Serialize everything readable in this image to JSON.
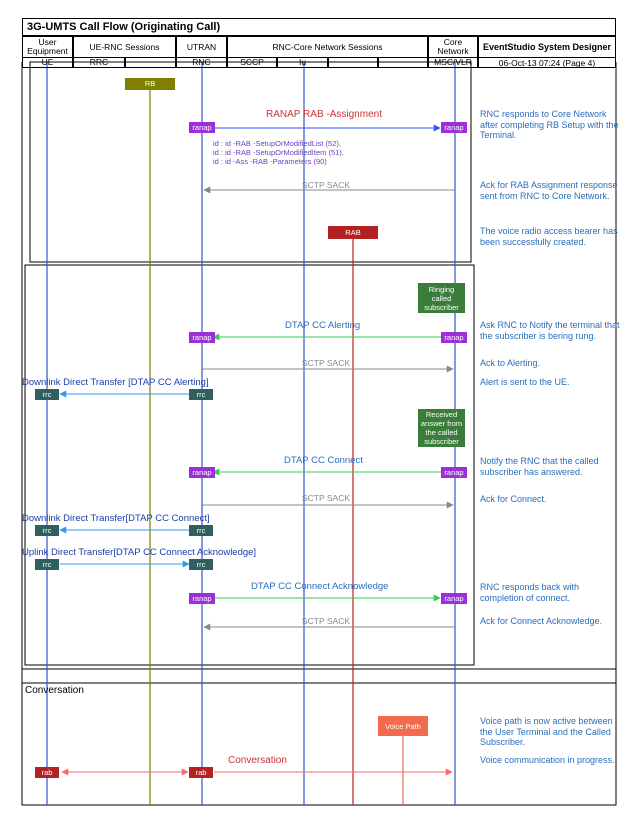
{
  "header": {
    "title": "3G-UMTS Call Flow (Originating Call)",
    "brand": "EventStudio System Designer",
    "date": "06-Oct-13 07:24 (Page 4)",
    "groups": [
      "User Equipment",
      "UE-RNC Sessions",
      "UTRAN",
      "RNC-Core Network Sessions",
      "Core Network"
    ],
    "entities": [
      "UE",
      "RRC",
      "RNC",
      "SCCP",
      "Iu",
      "MSC/VLR"
    ]
  },
  "tags": {
    "rb": "RB",
    "rab_big": "RAB",
    "ranap": "ranap",
    "rrc": "rrc",
    "rab": "rab"
  },
  "boxes": {
    "ringing": "Ringing called subscriber",
    "received": "Received answer from the called subscriber",
    "voice_path": "Voice Path"
  },
  "messages": {
    "rab_assignment": "RANAP RAB -Assignment",
    "rab_params": [
      "id : id -RAB -SetupOrModifiedList (52),",
      "id : id -RAB -SetupOrModifiedItem (51),",
      "id : id -Ass -RAB -Parameters (90)"
    ],
    "sctp_sack": "SCTP SACK",
    "dtap_alerting": "DTAP CC Alerting",
    "downlink_alerting": "Downlink Direct Transfer [DTAP CC Alerting]",
    "dtap_connect": "DTAP CC Connect",
    "downlink_connect": "Downlink Direct Transfer[DTAP CC Connect]",
    "uplink_connect_ack": "Uplink Direct Transfer[DTAP CC Connect Acknowledge]",
    "dtap_connect_ack": "DTAP CC Connect Acknowledge",
    "conversation_label": "Conversation",
    "conversation_msg": "Conversation"
  },
  "notes": {
    "n1": "RNC responds to Core Network after completing RB Setup with the Terminal.",
    "n2": "Ack for RAB Assignment response sent from RNC to Core Network.",
    "n3": "The voice radio access bearer has been successfully created.",
    "n4": "Ask RNC to Notify the terminal that the subscriber is bering rung.",
    "n5": "Ack to Alerting.",
    "n6": "Alert is sent to the UE.",
    "n7": "Notify the RNC that the called subscriber has answered.",
    "n8": "Ack for Connect.",
    "n9": "RNC responds back with completion of connect.",
    "n10": "Ack for Connect Acknowledge.",
    "n11": "Voice path is now active between the User Terminal and the Called Subscriber.",
    "n12": "Voice communication in progress."
  },
  "colors": {
    "ranap_msg": "#3355ff",
    "green_msg": "#33cc55",
    "blue_msg": "#3399ee",
    "gray_msg": "#888888",
    "rab_msg": "#ff6666",
    "ue_line": "#3355cc",
    "rrc_line": "#808000",
    "rnc_line": "#b22222",
    "iu_line": "#3355cc",
    "msc_line": "#3355cc"
  }
}
